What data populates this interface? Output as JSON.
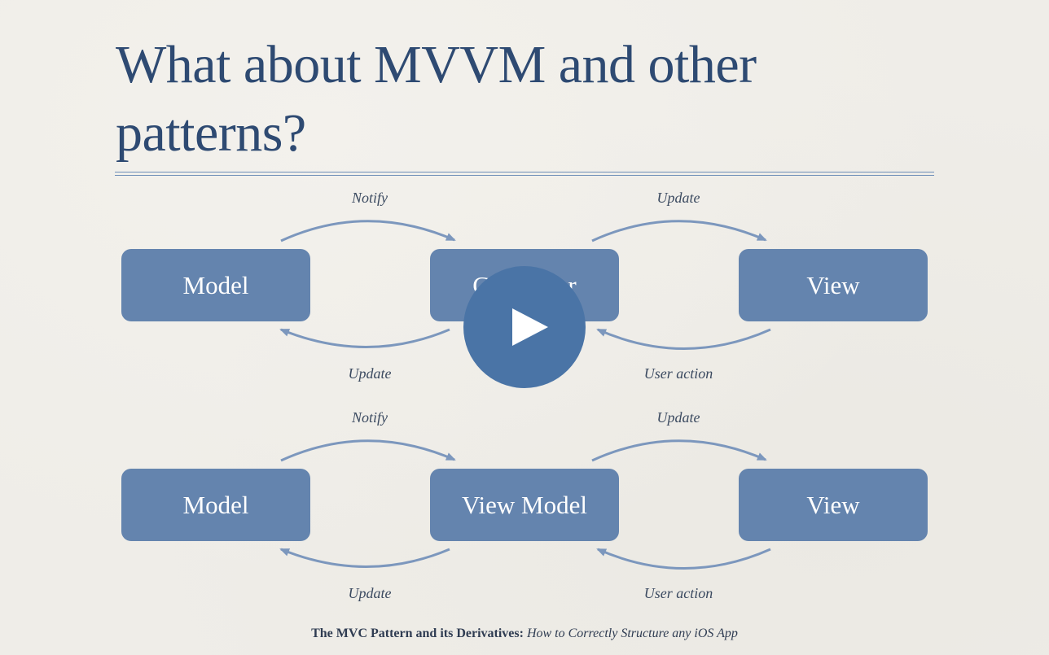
{
  "slide": {
    "title_line1": "What about MVVM and other",
    "title_line2": "patterns?"
  },
  "diagram_mvc": {
    "boxes": {
      "left": "Model",
      "center": "Controller",
      "right": "View"
    },
    "labels": {
      "top_left": "Notify",
      "top_right": "Update",
      "bottom_left": "Update",
      "bottom_right": "User action"
    }
  },
  "diagram_mvvm": {
    "boxes": {
      "left": "Model",
      "center": "View Model",
      "right": "View"
    },
    "labels": {
      "top_left": "Notify",
      "top_right": "Update",
      "bottom_left": "Update",
      "bottom_right": "User action"
    }
  },
  "footer": {
    "bold": "The MVC Pattern and its Derivatives:",
    "italic": "How to Correctly Structure any iOS App"
  },
  "video": {
    "play_icon": "play-icon"
  },
  "colors": {
    "title": "#2e4a72",
    "box": "#6484ae",
    "arrow": "#7c97bd",
    "play_button": "#4a74a6",
    "background": "#efede8"
  }
}
